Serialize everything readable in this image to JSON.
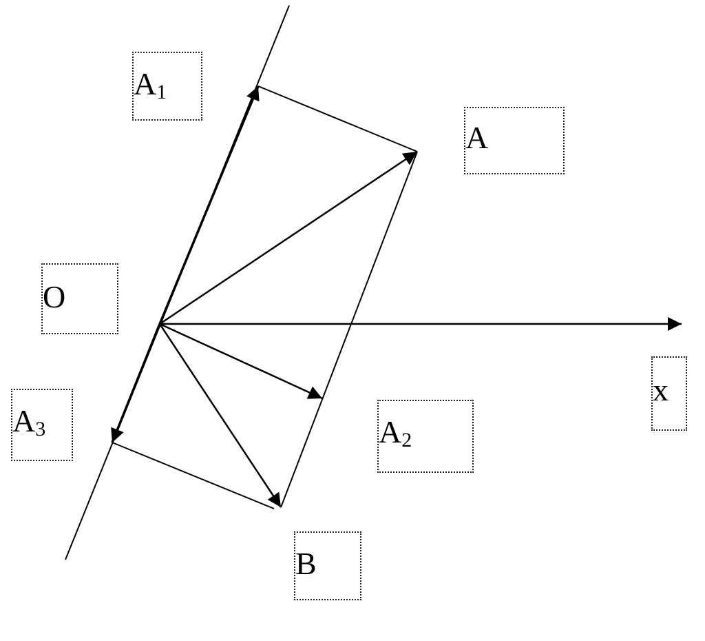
{
  "diagram": {
    "labels": {
      "A1": {
        "main": "A",
        "sub": "1"
      },
      "A": {
        "main": "A",
        "sub": ""
      },
      "O": {
        "main": "O",
        "sub": ""
      },
      "A3": {
        "main": "A",
        "sub": "3"
      },
      "A2": {
        "main": "A",
        "sub": "2"
      },
      "B": {
        "main": "B",
        "sub": ""
      },
      "x": {
        "main": "x",
        "sub": ""
      }
    },
    "colors": {
      "stroke": "#000000",
      "box_border": "#222222"
    }
  }
}
